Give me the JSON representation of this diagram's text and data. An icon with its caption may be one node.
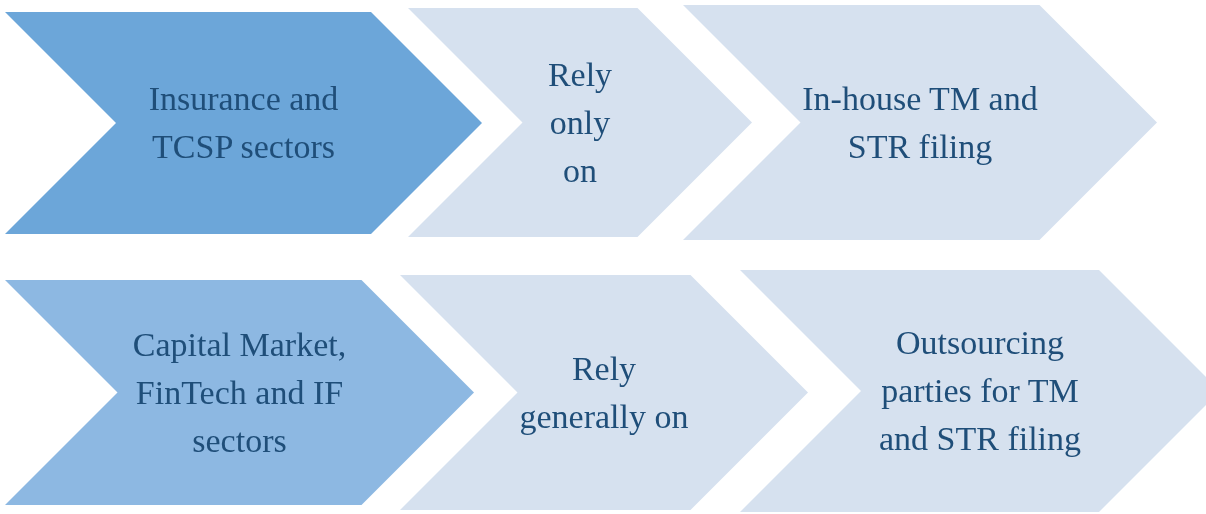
{
  "diagram": {
    "nodes": [
      {
        "text": [
          "Insurance and TCSP sectors"
        ]
      },
      {
        "text": [
          "Rely only on"
        ]
      },
      {
        "text": [
          "In-house TM and STR filing"
        ]
      },
      {
        "text": [
          "Capital Market, FinTech and IF sectors"
        ]
      },
      {
        "text": [
          "Rely generally on"
        ]
      },
      {
        "text": [
          "Outsourcing parties for TM and STR filing"
        ]
      }
    ]
  }
}
